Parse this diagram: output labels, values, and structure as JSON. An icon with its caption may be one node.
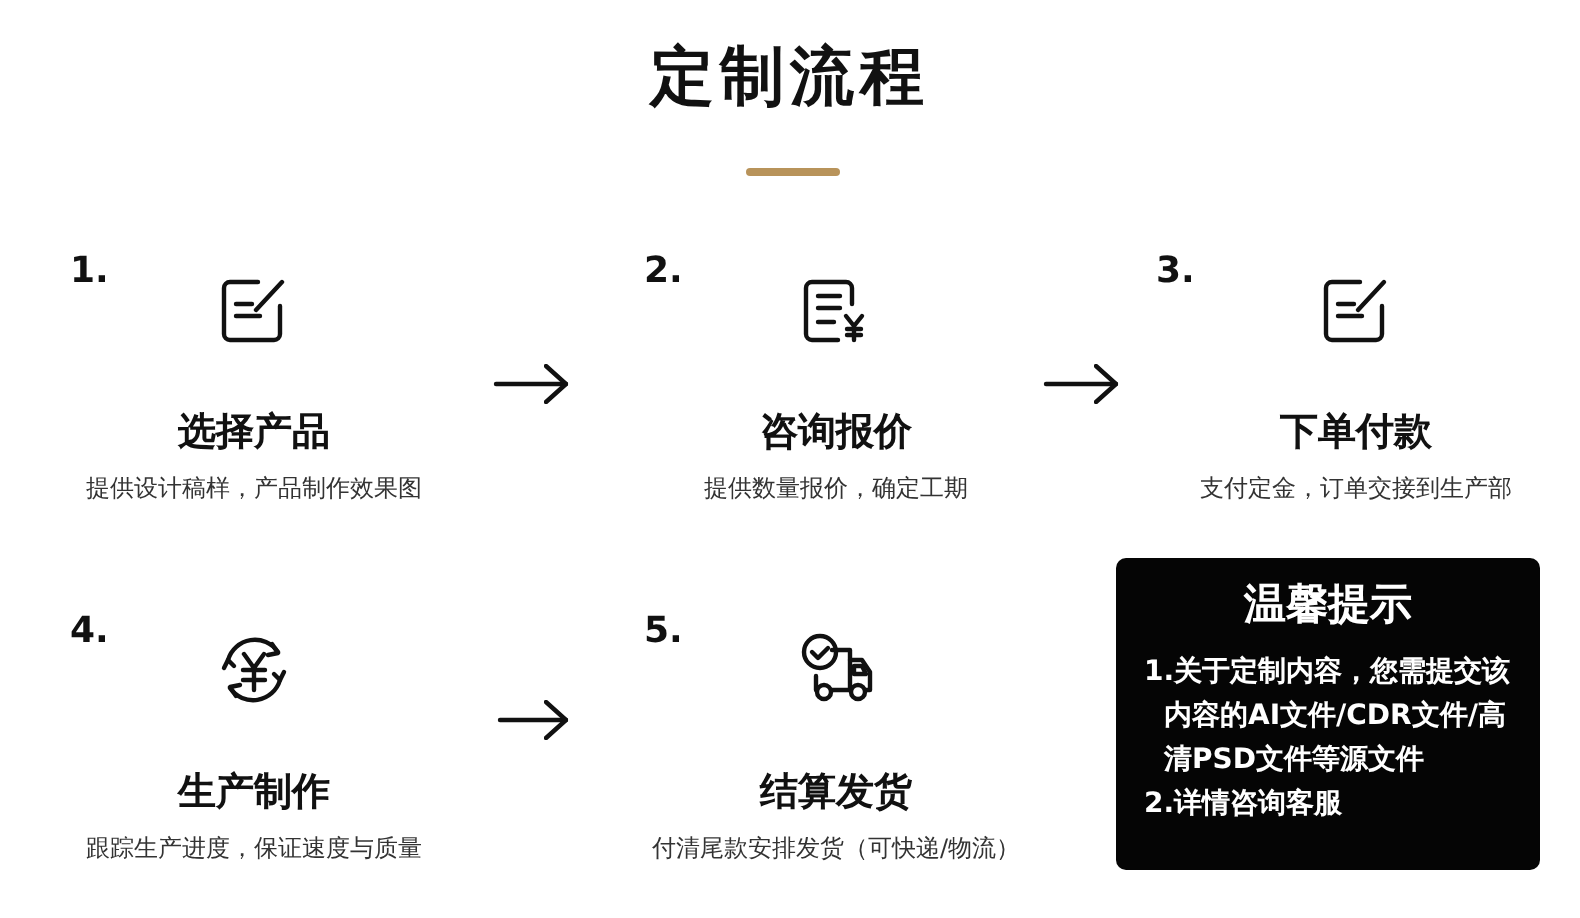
{
  "diagram": {
    "title": "定制流程",
    "nodes": [
      {
        "text": [
          "1.",
          "选择产品",
          "提供设计稿样，产品制作效果图"
        ]
      },
      {
        "text": [
          "2.",
          "咨询报价",
          "提供数量报价，确定工期"
        ]
      },
      {
        "text": [
          "3.",
          "下单付款",
          "支付定金，订单交接到生产部"
        ]
      },
      {
        "text": [
          "4.",
          "生产制作",
          "跟踪生产进度，保证速度与质量"
        ]
      },
      {
        "text": [
          "5.",
          "结算发货",
          "付清尾款安排发货（可快递/物流）"
        ]
      },
      {
        "text": [
          "温馨提示",
          "1.关于定制内容，您需提交该内容的AI文件/CDR文件/高清PSD文件等源文件",
          "2.详情咨询客服"
        ]
      }
    ],
    "edges": [
      {
        "from": 0,
        "to": 1,
        "arrow": "to"
      },
      {
        "from": 1,
        "to": 2,
        "arrow": "to"
      },
      {
        "from": 3,
        "to": 4,
        "arrow": "to"
      }
    ]
  }
}
